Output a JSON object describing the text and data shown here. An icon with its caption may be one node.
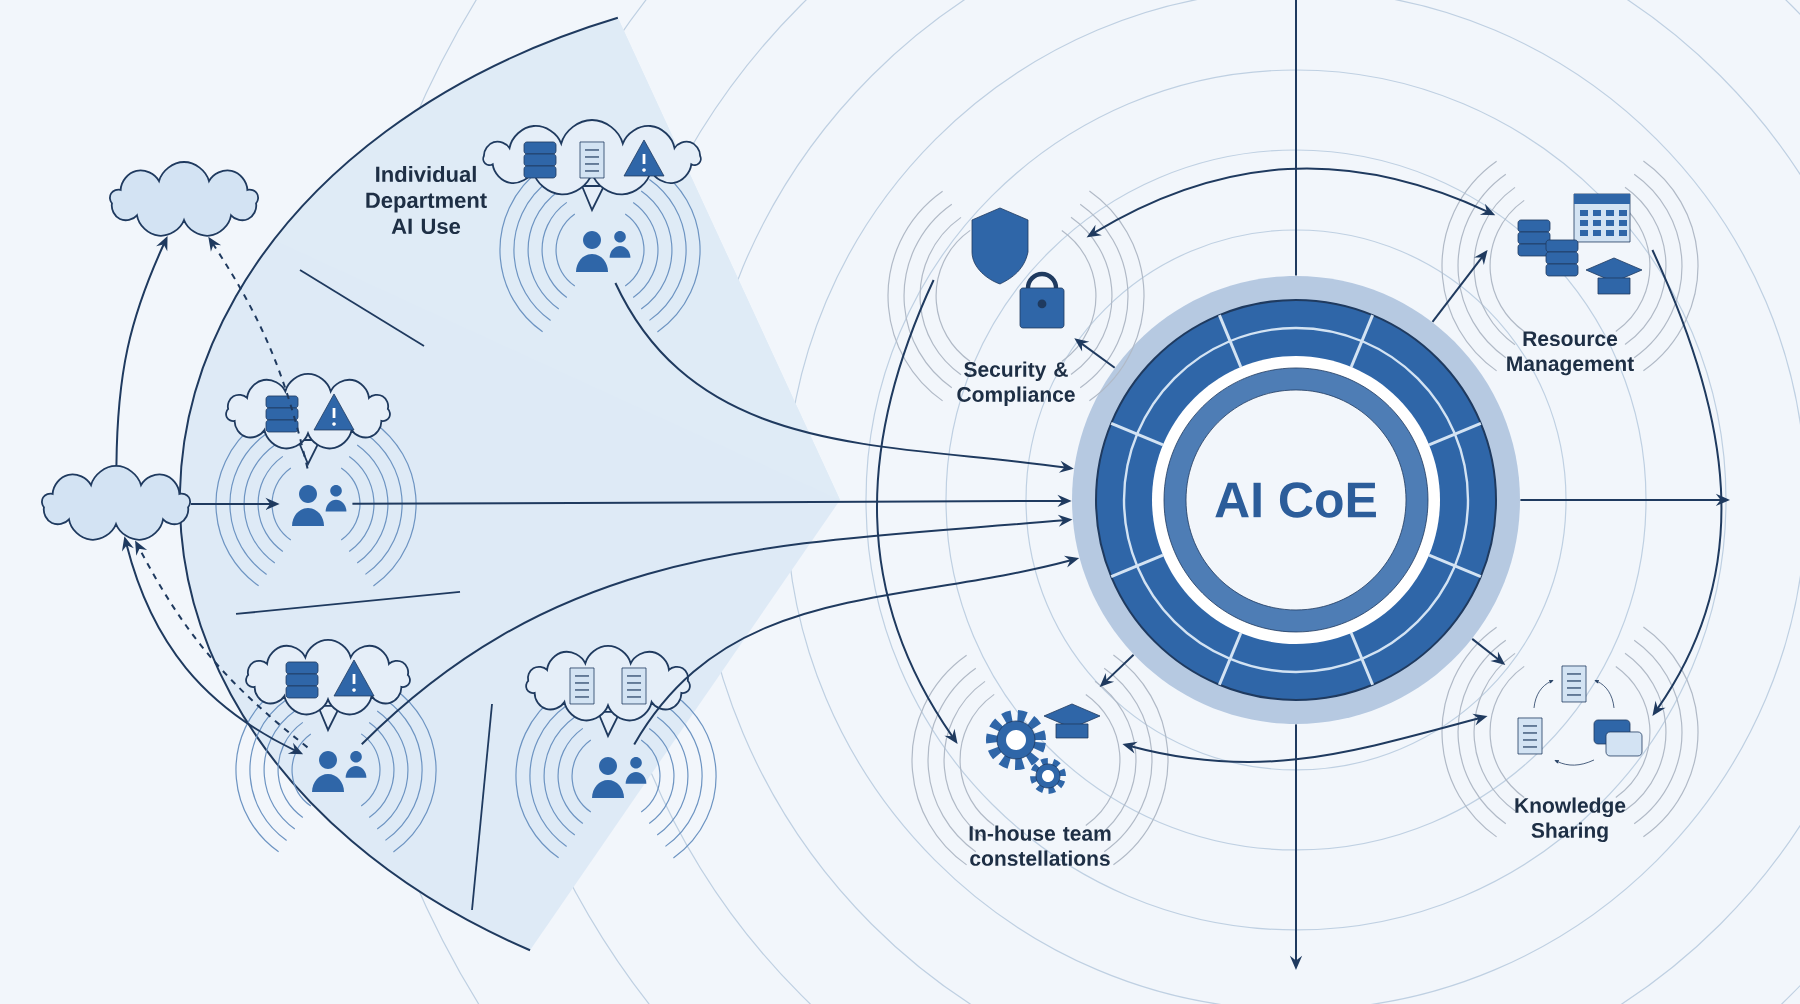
{
  "diagram": {
    "nodes": [
      {
        "text": [
          "Individual Department AI Use"
        ]
      },
      {
        "text": [],
        "shape": "cloud"
      },
      {
        "text": [],
        "shape": "cloud"
      },
      {
        "text": [],
        "shape": "picture",
        "in": 0
      },
      {
        "text": [],
        "shape": "picture",
        "in": 0
      },
      {
        "text": [],
        "shape": "picture",
        "in": 0
      },
      {
        "text": [],
        "shape": "picture",
        "in": 0
      },
      {
        "text": [
          "AI CoE"
        ]
      },
      {
        "text": [
          "Security & Compliance"
        ]
      },
      {
        "text": [
          "Resource Management"
        ]
      },
      {
        "text": [
          "In-house team constellations"
        ]
      },
      {
        "text": [
          "Knowledge Sharing"
        ]
      }
    ],
    "edges": [
      {
        "from": 3,
        "to": 7,
        "arrow": "to"
      },
      {
        "from": 4,
        "to": 7,
        "arrow": "to"
      },
      {
        "from": 5,
        "to": 7,
        "arrow": "to"
      },
      {
        "from": 6,
        "to": 7,
        "arrow": "to"
      },
      {
        "from": 2,
        "to": 4,
        "arrow": "to"
      },
      {
        "from": 2,
        "to": 1,
        "arrow": "to"
      },
      {
        "from": 4,
        "to": 1,
        "arrow": "to",
        "style": "dashed"
      },
      {
        "from": 2,
        "to": 5,
        "arrow": "both"
      },
      {
        "from": 5,
        "to": 2,
        "arrow": "to",
        "style": "dashed"
      },
      {
        "from": 7,
        "to": 8,
        "arrow": "to"
      },
      {
        "from": 7,
        "to": 9,
        "arrow": "to"
      },
      {
        "from": 7,
        "to": 10,
        "arrow": "to"
      },
      {
        "from": 7,
        "to": 11,
        "arrow": "to"
      },
      {
        "from": 8,
        "to": 9,
        "arrow": "both"
      },
      {
        "from": 10,
        "to": 11,
        "arrow": "both"
      },
      {
        "from": 8,
        "to": 10,
        "arrow": "to"
      },
      {
        "from": 9,
        "to": 11,
        "arrow": "to"
      },
      {
        "from": 7,
        "to": null,
        "arrow": "to"
      },
      {
        "from": 7,
        "to": null,
        "arrow": "to"
      },
      {
        "from": 7,
        "to": null,
        "arrow": "none"
      }
    ]
  }
}
